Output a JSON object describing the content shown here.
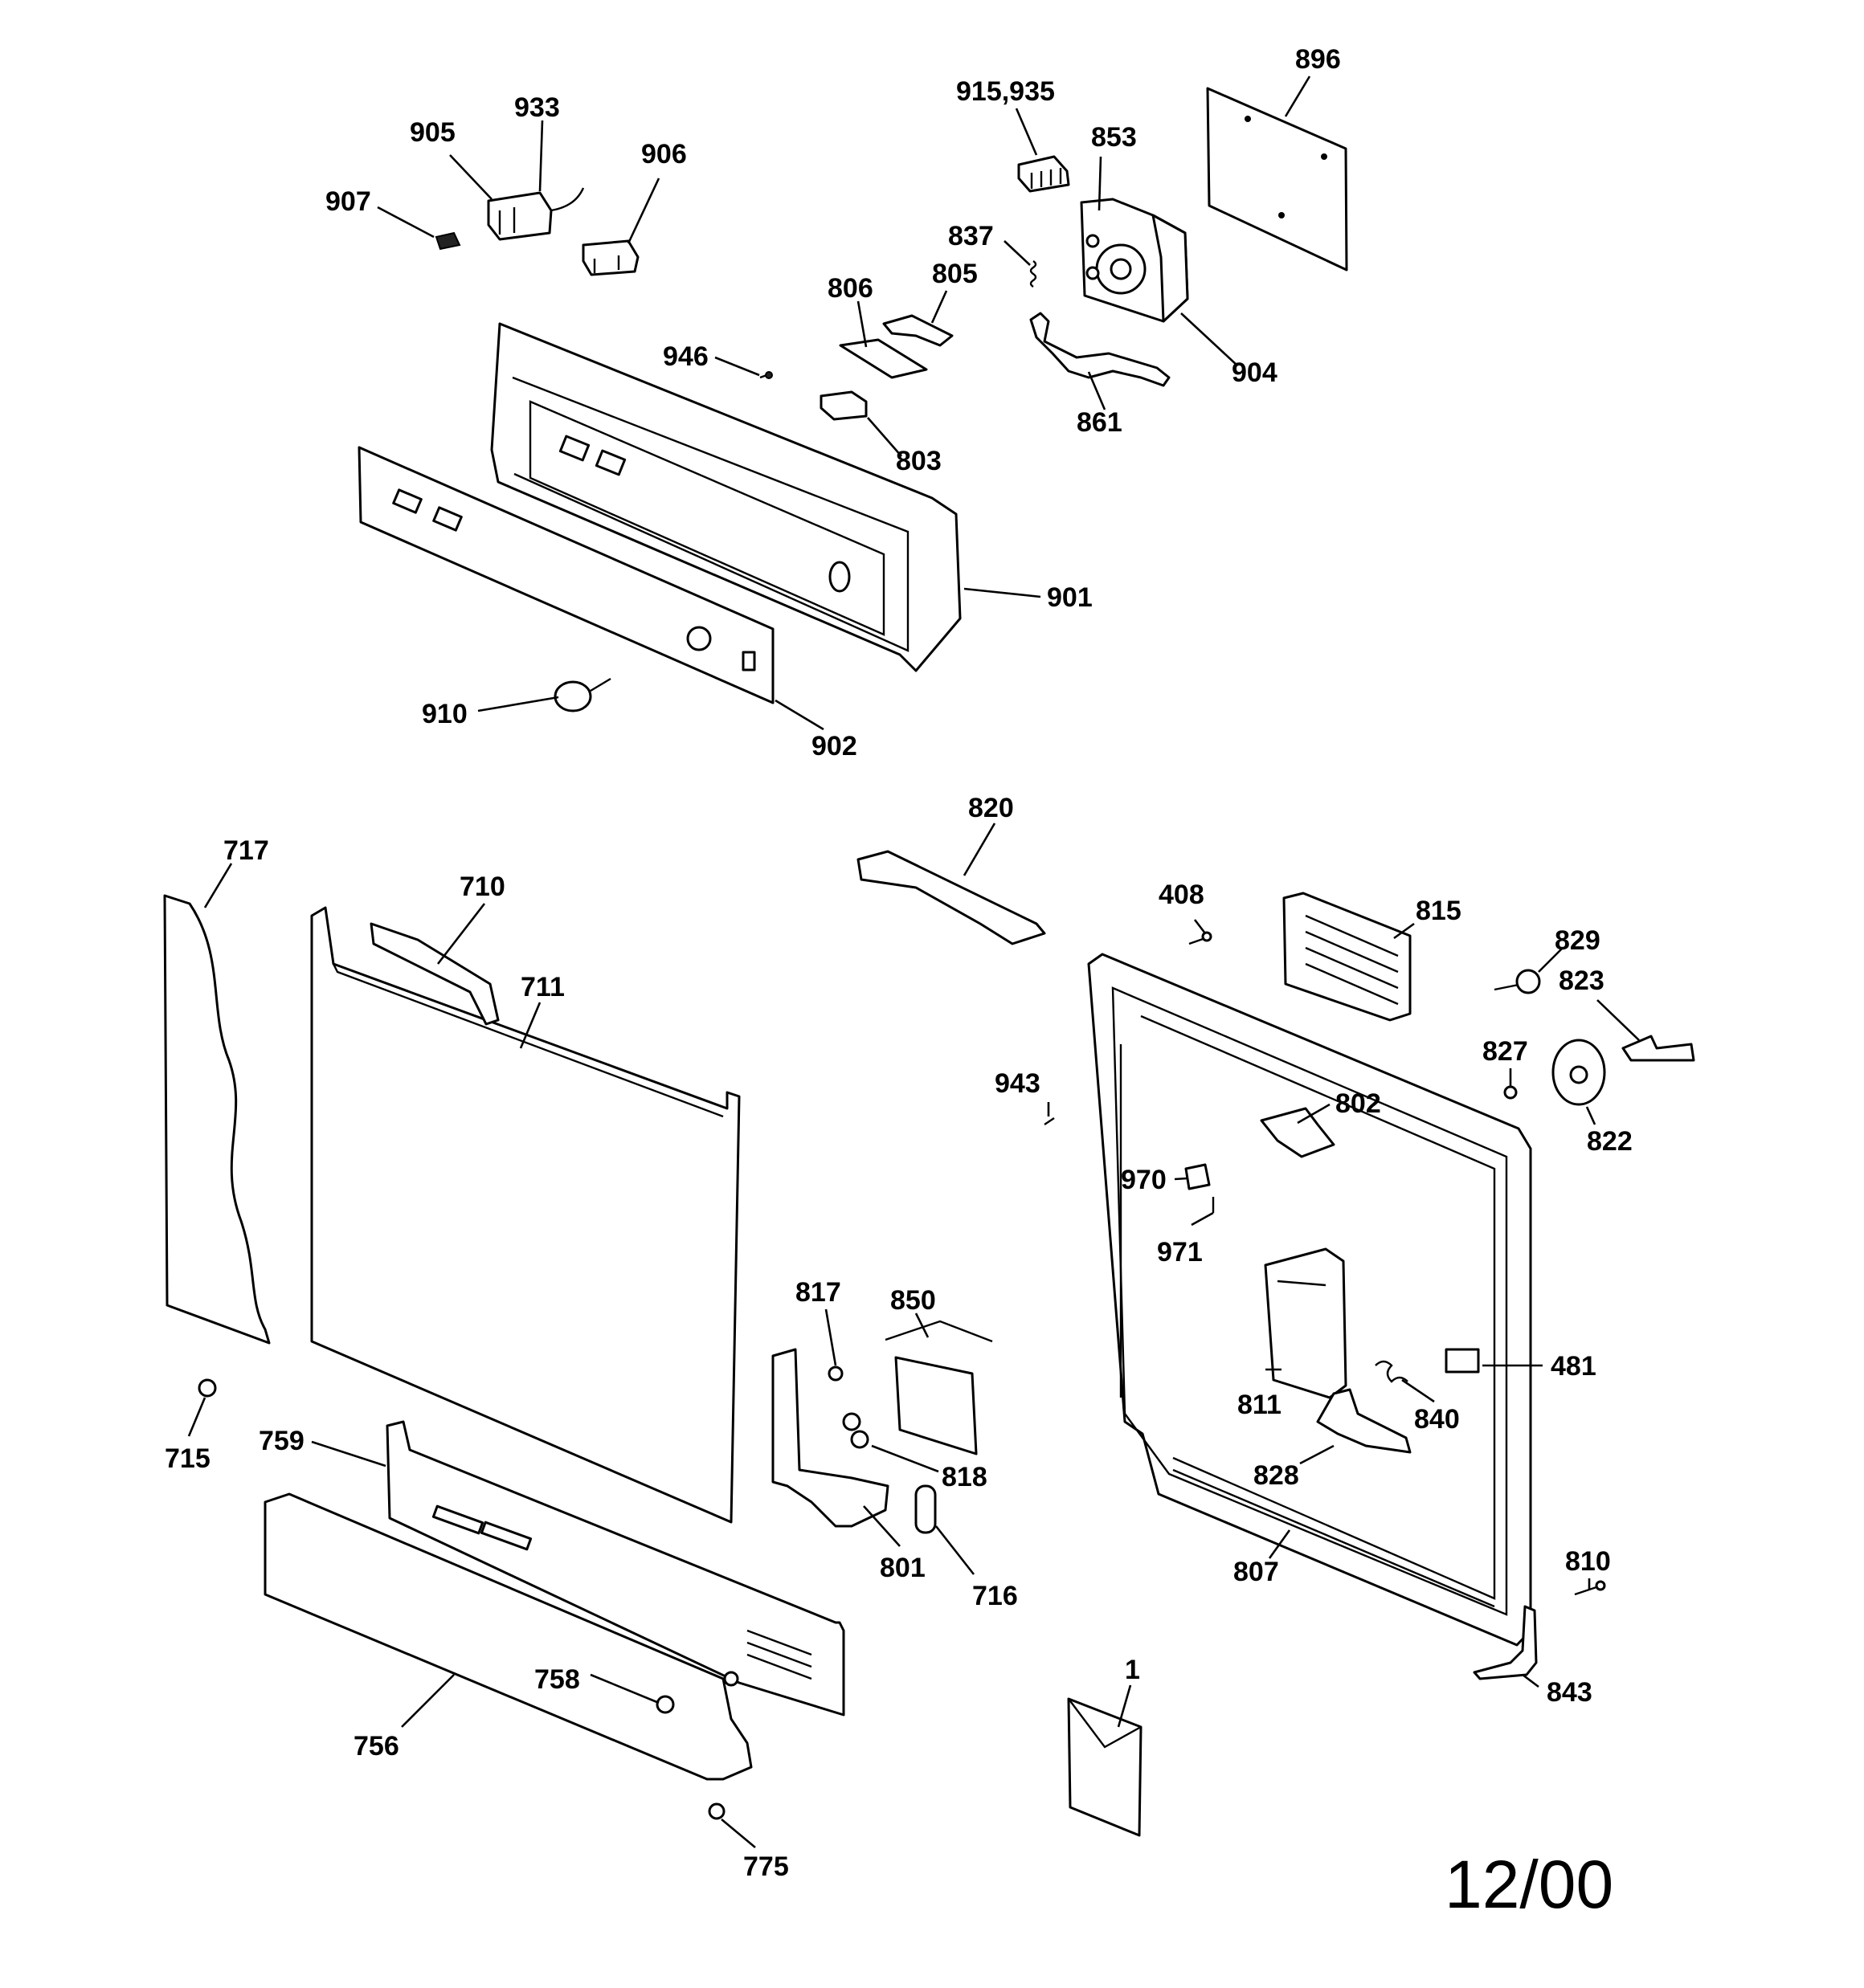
{
  "callouts": {
    "c896": "896",
    "c915_935": "915,935",
    "c853": "853",
    "c933": "933",
    "c905": "905",
    "c906": "906",
    "c907": "907",
    "c837": "837",
    "c806": "806",
    "c805": "805",
    "c946": "946",
    "c904": "904",
    "c861": "861",
    "c803": "803",
    "c901": "901",
    "c910": "910",
    "c902": "902",
    "c820": "820",
    "c717": "717",
    "c710": "710",
    "c711": "711",
    "c408": "408",
    "c815": "815",
    "c829": "829",
    "c823": "823",
    "c827": "827",
    "c943": "943",
    "c802": "802",
    "c822": "822",
    "c970": "970",
    "c971": "971",
    "c817": "817",
    "c850": "850",
    "c481": "481",
    "c811": "811",
    "c840": "840",
    "c715": "715",
    "c759": "759",
    "c818": "818",
    "c828": "828",
    "c801": "801",
    "c716": "716",
    "c807": "807",
    "c810": "810",
    "c758": "758",
    "c843": "843",
    "c1": "1",
    "c756": "756",
    "c775": "775"
  },
  "date_code": "12/00"
}
